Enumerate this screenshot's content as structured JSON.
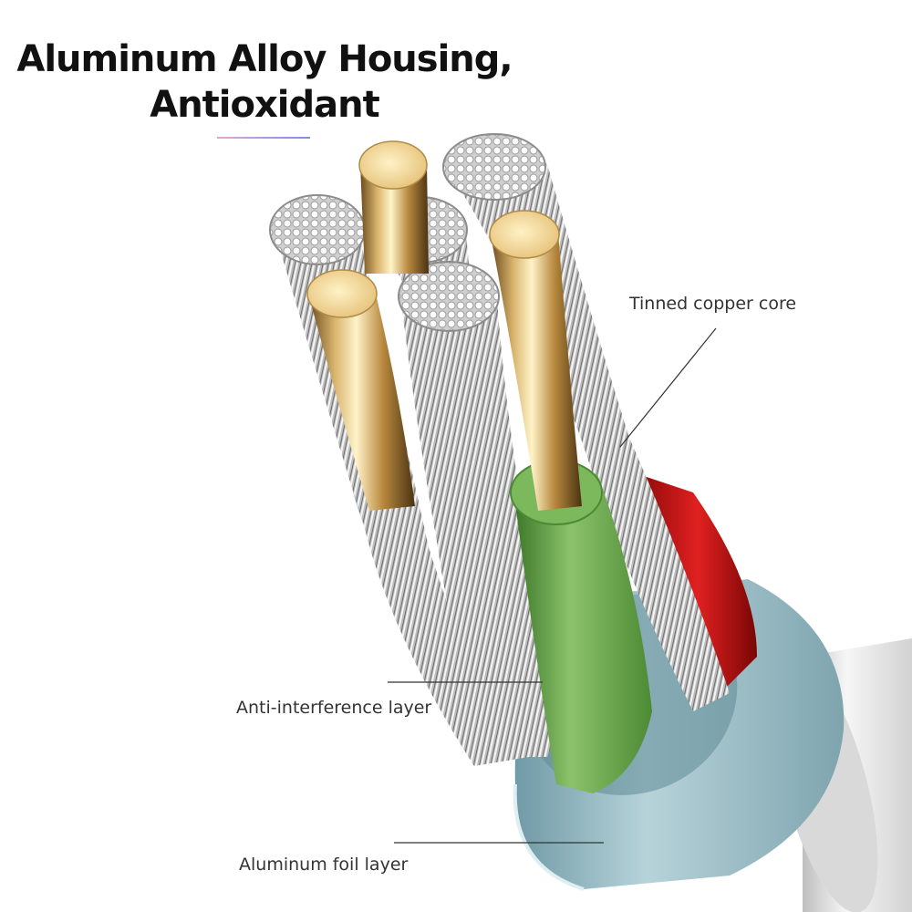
{
  "title": {
    "line1": "Aluminum Alloy Housing,",
    "line2": "Antioxidant"
  },
  "labels": {
    "tinned_copper_core": "Tinned copper core",
    "anti_interference": "Anti-interference layer",
    "aluminum_foil": "Aluminum foil layer"
  },
  "colors": {
    "gold_conductor": "#c9a25a",
    "green_insulation": "#6aa84f",
    "red_insulation": "#d11a1a",
    "blue_insulation": "#a9cbe8",
    "aluminum_foil": "#8fb3bd",
    "outer_sheath": "#e6e6e6",
    "title_accent_start": "#e7a3d8",
    "title_accent_end": "#7b8fe6"
  }
}
